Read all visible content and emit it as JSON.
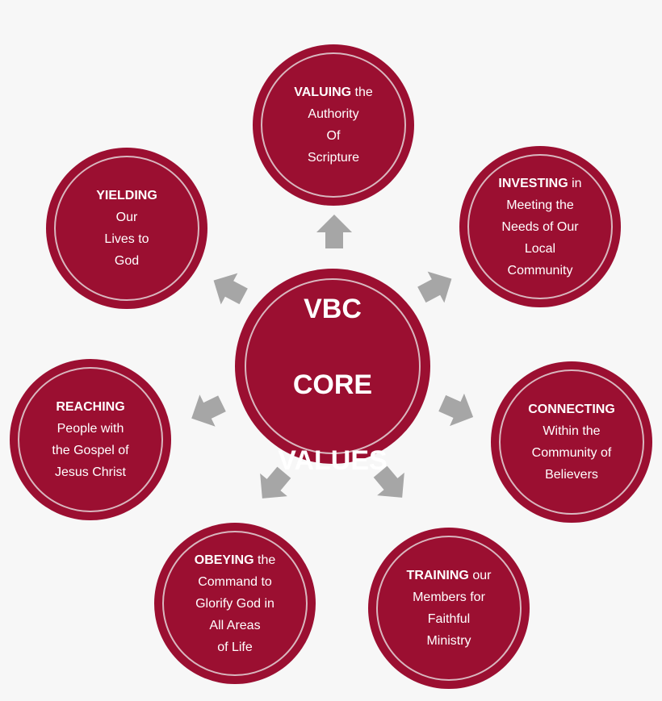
{
  "colors": {
    "circle_fill": "#9b0f31",
    "ring_stroke": "#d9b7bf",
    "arrow_fill": "#a6a6a6",
    "text": "#ffffff",
    "background": "#f7f7f7"
  },
  "center": {
    "lines": [
      "VBC",
      "CORE",
      "VALUES"
    ]
  },
  "values": [
    {
      "id": "valuing",
      "keyword": "VALUING",
      "rest": " the\nAuthority\nOf\nScripture"
    },
    {
      "id": "investing",
      "keyword": "INVESTING",
      "rest": " in\nMeeting the\nNeeds of Our\nLocal\nCommunity"
    },
    {
      "id": "connecting",
      "keyword": "CONNECTING",
      "rest": "\nWithin the\nCommunity of\nBelievers"
    },
    {
      "id": "training",
      "keyword": "TRAINING",
      "rest": " our\nMembers for\nFaithful\nMinistry"
    },
    {
      "id": "obeying",
      "keyword": "OBEYING",
      "rest": " the\nCommand to\nGlorify God in\nAll Areas\nof Life"
    },
    {
      "id": "reaching",
      "keyword": "REACHING",
      "rest": "\nPeople with\nthe Gospel of\nJesus Christ"
    },
    {
      "id": "yielding",
      "keyword": "YIELDING",
      "rest": "\nOur\nLives to\nGod"
    }
  ]
}
